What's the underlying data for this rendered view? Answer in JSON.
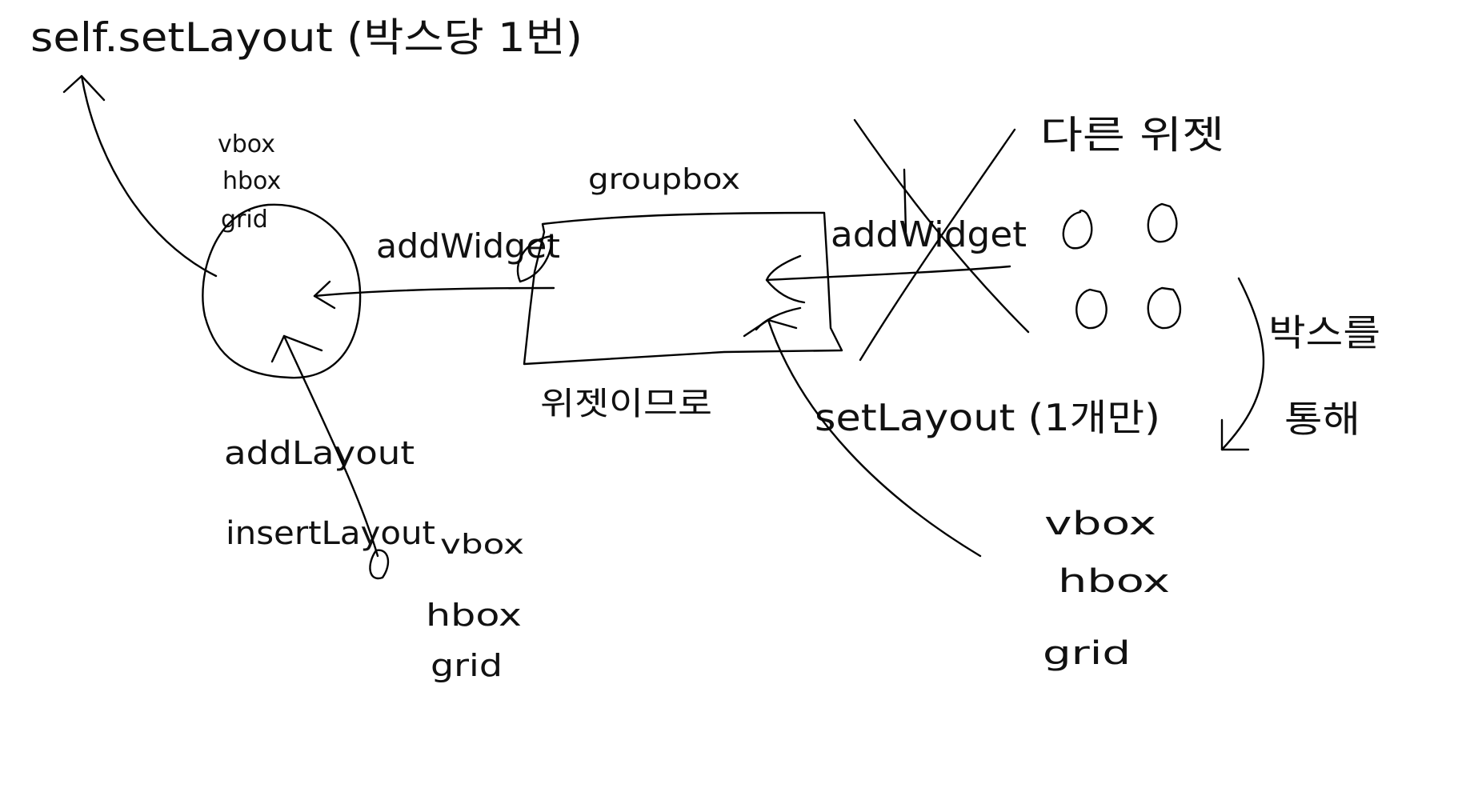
{
  "stroke_color": "#000000",
  "background_color": "#ffffff",
  "labels": {
    "self_setlayout": "self.setLayout (박스당 1번)",
    "layout_vbox": "vbox",
    "layout_hbox": "hbox",
    "layout_grid": "grid",
    "addwidget_left": "addWidget",
    "groupbox": "groupbox",
    "groupbox_caption": "위젯이므로",
    "addwidget_right": "addWidget",
    "other_widgets": "다른 위젯",
    "setlayout_one": "setLayout (1개만)",
    "via_box_line1": "박스를",
    "via_box_line2": "통해",
    "right_vbox": "vbox",
    "right_hbox": "hbox",
    "right_grid": "grid",
    "addlayout": "addLayout",
    "insertlayout": "insertLayout",
    "insert_vbox": "vbox",
    "insert_hbox": "hbox",
    "insert_grid": "grid"
  }
}
